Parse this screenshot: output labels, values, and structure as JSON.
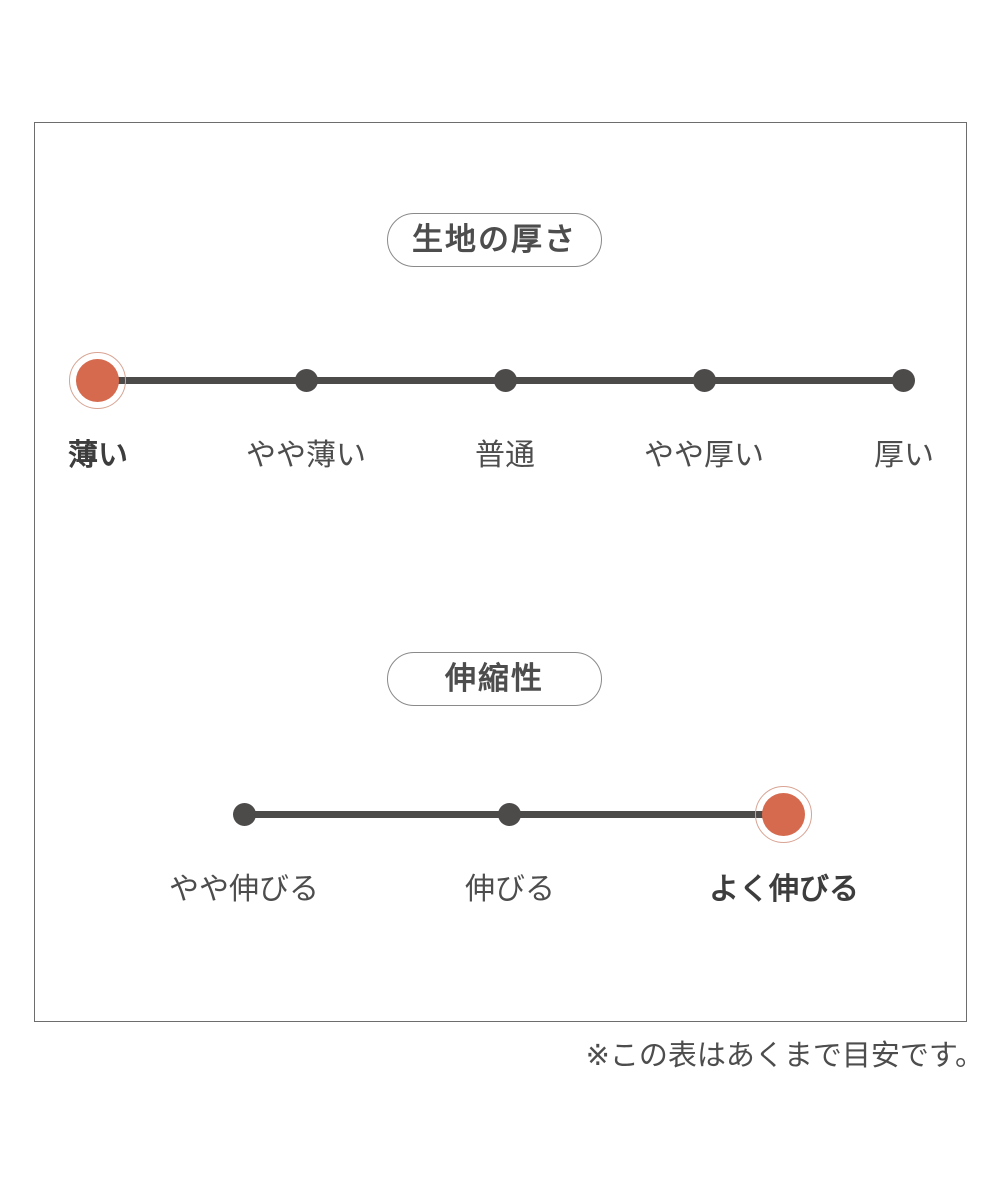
{
  "chart_data": {
    "type": "table",
    "title": "",
    "footnote": "※この表はあくまで目安です。",
    "scales": [
      {
        "name": "fabric-thickness",
        "heading": "生地の厚さ",
        "categories": [
          "薄い",
          "やや薄い",
          "普通",
          "やや厚い",
          "厚い"
        ],
        "values": [
          1,
          0,
          0,
          0,
          0
        ],
        "selected_index": 0,
        "selected_label": "薄い"
      },
      {
        "name": "stretchiness",
        "heading": "伸縮性",
        "categories": [
          "やや伸びる",
          "伸びる",
          "よく伸びる"
        ],
        "values": [
          0,
          0,
          1
        ],
        "selected_index": 2,
        "selected_label": "よく伸びる"
      }
    ],
    "colors": {
      "accent": "#d56a4e",
      "accent_ring": "#d8a392",
      "dot": "#4d4a4a",
      "track": "#4d4a4a",
      "text": "#4d4d4d",
      "card_border": "#6d6d6d",
      "pill_border": "#8a8a8a",
      "background": "#ffffff"
    }
  }
}
